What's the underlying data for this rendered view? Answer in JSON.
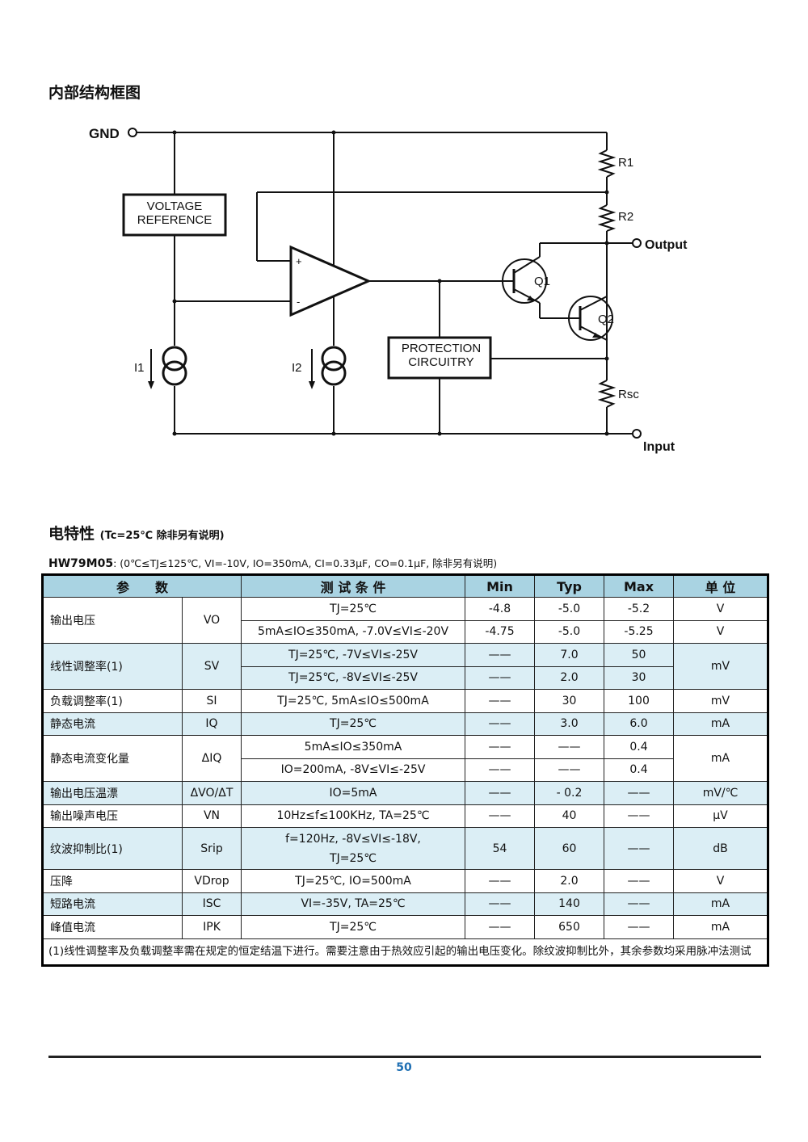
{
  "section1_title": "内部结构框图",
  "diagram": {
    "gnd": "GND",
    "vref_line1": "VOLTAGE",
    "vref_line2": "REFERENCE",
    "prot_line1": "PROTECTION",
    "prot_line2": "CIRCUITRY",
    "r1": "R1",
    "r2": "R2",
    "rsc": "Rsc",
    "q1": "Q1",
    "q2": "Q2",
    "i1": "I1",
    "i2": "I2",
    "output": "Output",
    "input": "Input",
    "plus": "+",
    "minus": "-"
  },
  "section2": {
    "title": "电特性",
    "subtitle": "(Tc=25℃ 除非另有说明)"
  },
  "conditions": {
    "part": "HW79M05",
    "text": ": (0℃≤TJ≤125℃, VI=-10V, IO=350mA, CI=0.33μF, CO=0.1μF, 除非另有说明)"
  },
  "table": {
    "headers": [
      "参　　数",
      "测 试 条 件",
      "Min",
      "Typ",
      "Max",
      "单 位"
    ],
    "rows": [
      {
        "param": "输出电压",
        "sym": "VO",
        "cond": "TJ=25℃",
        "min": "-4.8",
        "typ": "-5.0",
        "max": "-5.2",
        "unit": "V"
      },
      {
        "cond": "5mA≤IO≤350mA, -7.0V≤VI≤-20V",
        "min": "-4.75",
        "typ": "-5.0",
        "max": "-5.25",
        "unit": "V"
      },
      {
        "param": "线性调整率(1)",
        "sym": "SV",
        "cond": "TJ=25℃, -7V≤VI≤-25V",
        "min": "——",
        "typ": "7.0",
        "max": "50",
        "unit": "mV"
      },
      {
        "cond": "TJ=25℃, -8V≤VI≤-25V",
        "min": "——",
        "typ": "2.0",
        "max": "30"
      },
      {
        "param": "负载调整率(1)",
        "sym": "SI",
        "cond": "TJ=25℃, 5mA≤IO≤500mA",
        "min": "——",
        "typ": "30",
        "max": "100",
        "unit": "mV"
      },
      {
        "param": "静态电流",
        "sym": "IQ",
        "cond": "TJ=25℃",
        "min": "——",
        "typ": "3.0",
        "max": "6.0",
        "unit": "mA"
      },
      {
        "param": "静态电流变化量",
        "sym": "ΔIQ",
        "cond": "5mA≤IO≤350mA",
        "min": "——",
        "typ": "——",
        "max": "0.4",
        "unit": "mA"
      },
      {
        "cond": "IO=200mA, -8V≤VI≤-25V",
        "min": "——",
        "typ": "——",
        "max": "0.4"
      },
      {
        "param": "输出电压温漂",
        "sym": "ΔVO/ΔT",
        "cond": "IO=5mA",
        "min": "——",
        "typ": "- 0.2",
        "max": "——",
        "unit": "mV/℃"
      },
      {
        "param": "输出噪声电压",
        "sym": "VN",
        "cond": "10Hz≤f≤100KHz, TA=25℃",
        "min": "——",
        "typ": "40",
        "max": "——",
        "unit": "μV"
      },
      {
        "param": "纹波抑制比(1)",
        "sym": "Srip",
        "cond": "f=120Hz, -8V≤VI≤-18V,",
        "cond2": "TJ=25℃",
        "min": "54",
        "typ": "60",
        "max": "——",
        "unit": "dB"
      },
      {
        "param": "压降",
        "sym": "VDrop",
        "cond": "TJ=25℃, IO=500mA",
        "min": "——",
        "typ": "2.0",
        "max": "——",
        "unit": "V"
      },
      {
        "param": "短路电流",
        "sym": "ISC",
        "cond": "VI=-35V, TA=25℃",
        "min": "——",
        "typ": "140",
        "max": "——",
        "unit": "mA"
      },
      {
        "param": "峰值电流",
        "sym": "IPK",
        "cond": "TJ=25℃",
        "min": "——",
        "typ": "650",
        "max": "——",
        "unit": "mA"
      }
    ],
    "footnote": "(1)线性调整率及负载调整率需在规定的恒定结温下进行。需要注意由于热效应引起的输出电压变化。除纹波抑制比外，其余参数均采用脉冲法测试"
  },
  "page_number": "50"
}
